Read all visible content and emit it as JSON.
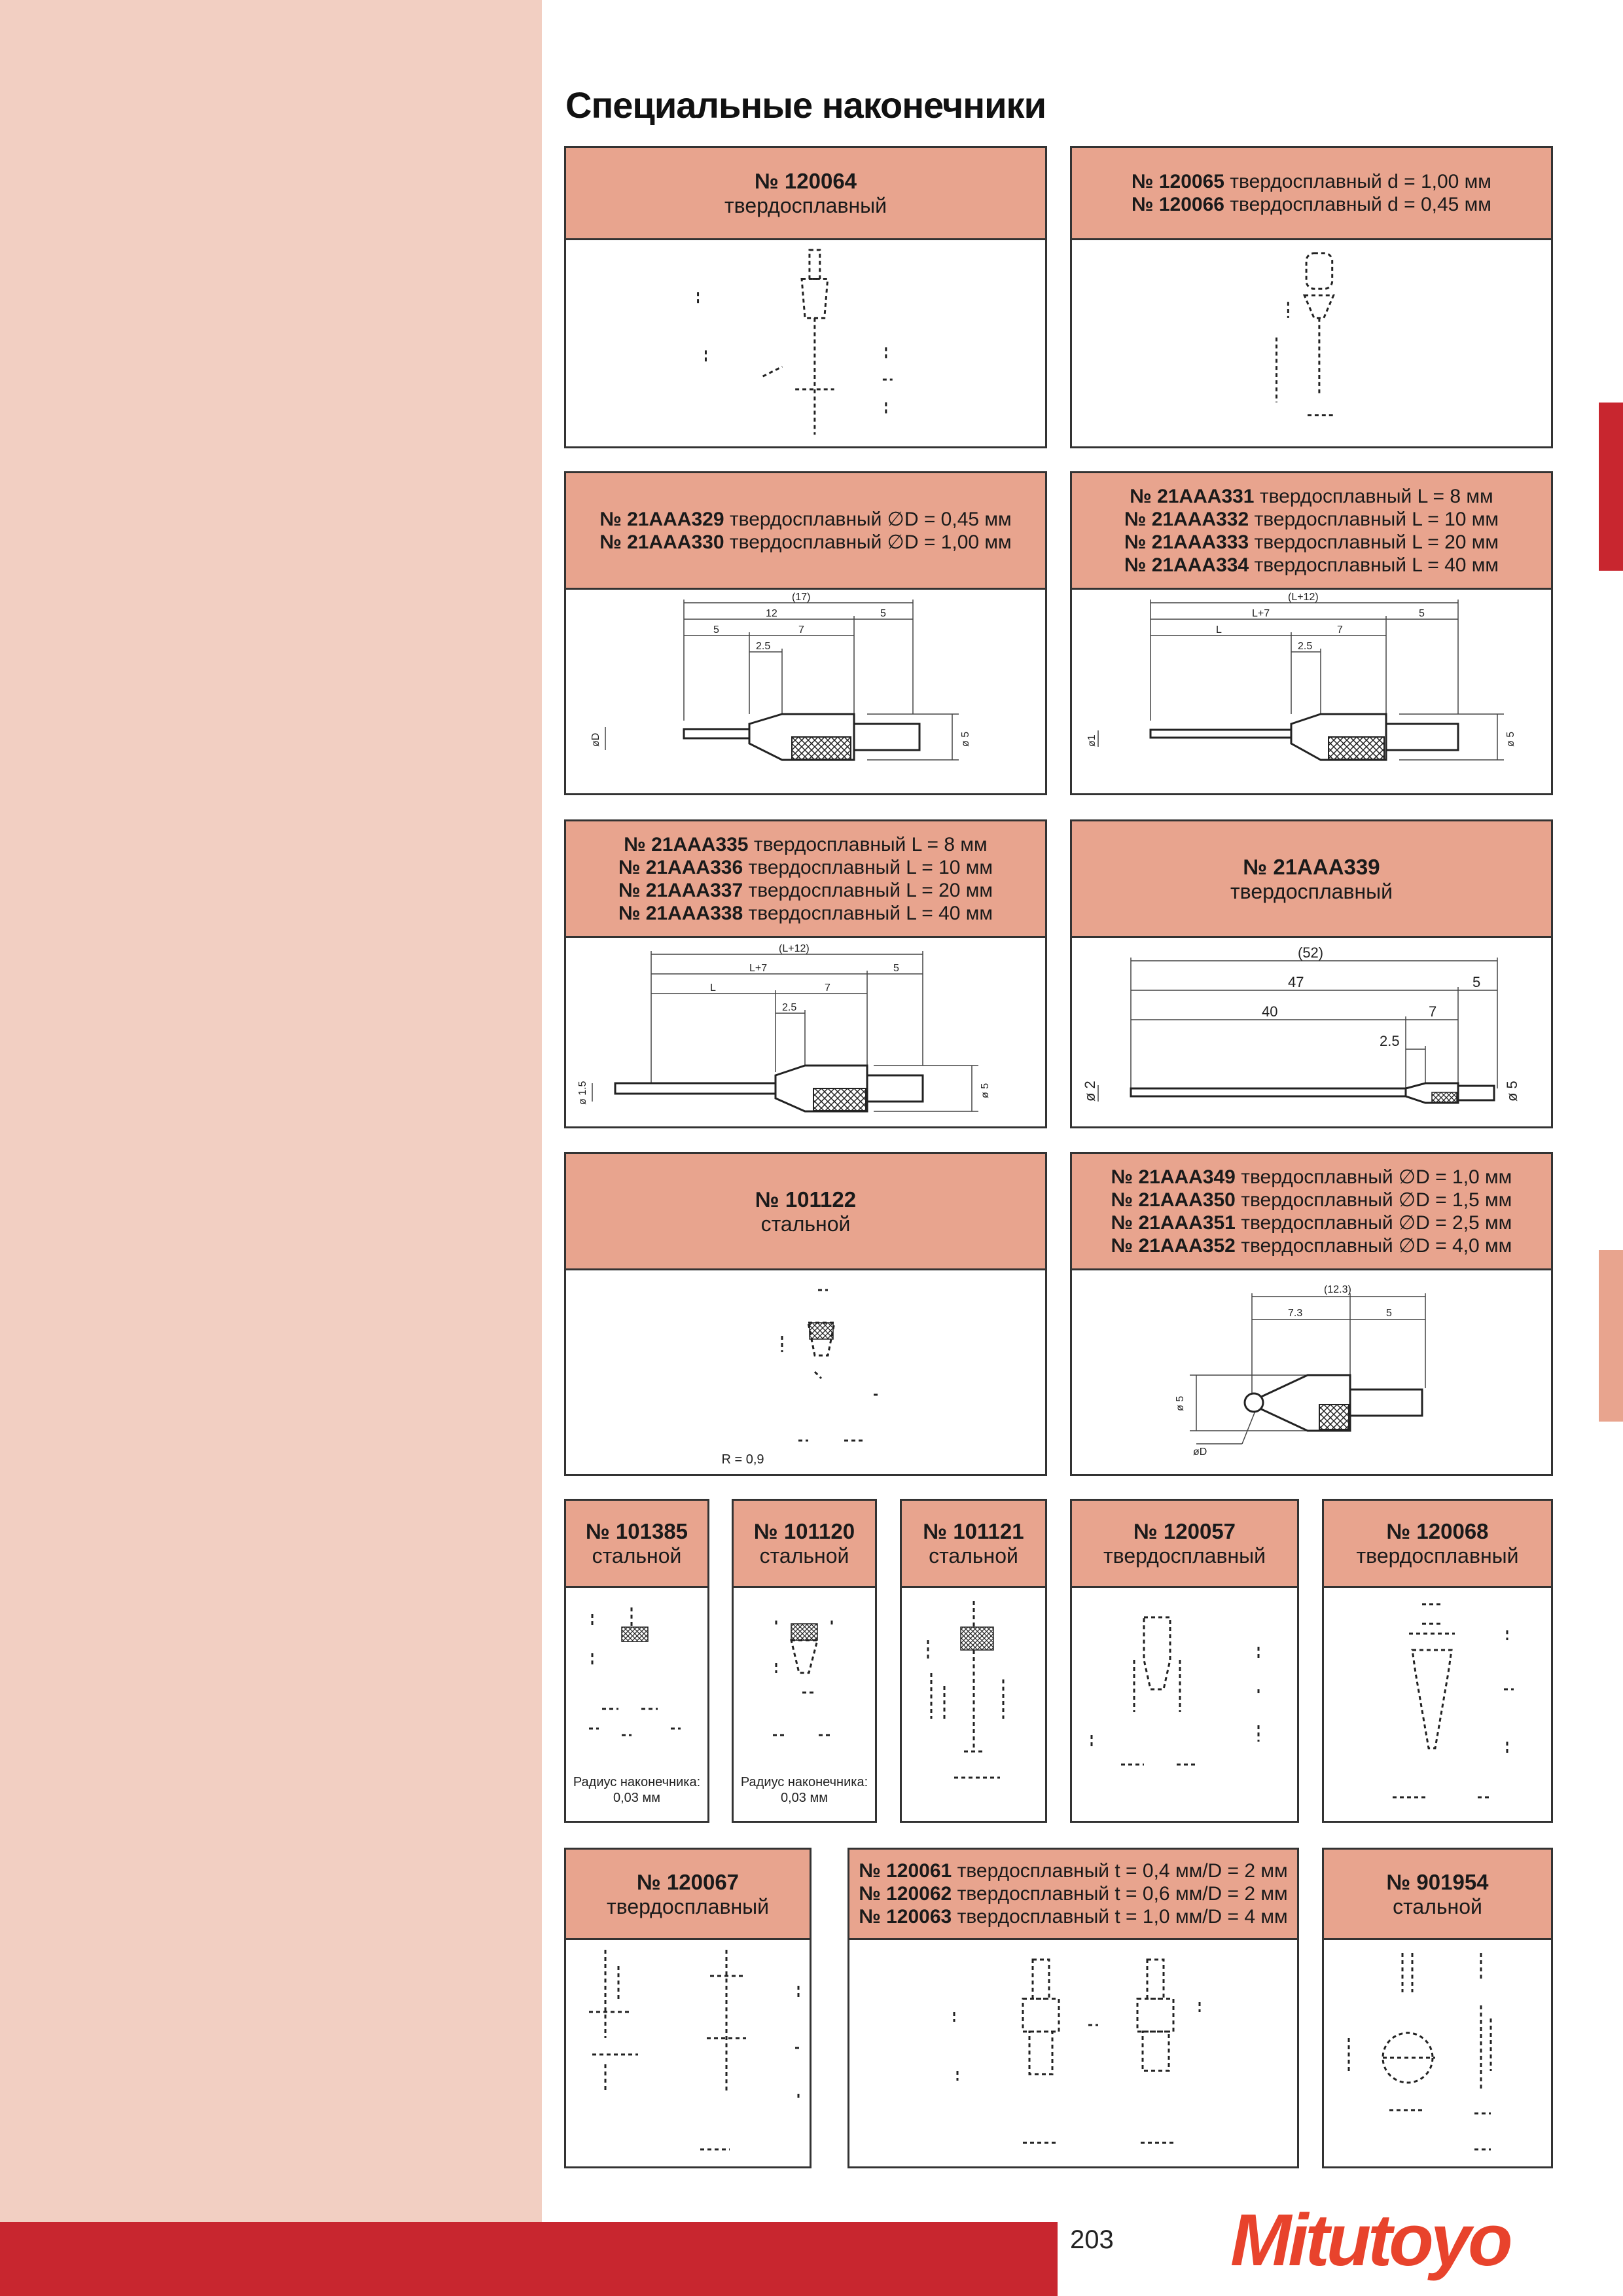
{
  "page": {
    "title": "Специальные наконечники",
    "number": "203",
    "brand": "Mitutoyo"
  },
  "cards": {
    "c120064": {
      "name": "№ 120064",
      "sub": "твердосплавный"
    },
    "c120065": {
      "lines": [
        [
          "№ 120065",
          "твердосплавный d = 1,00 мм"
        ],
        [
          "№ 120066",
          "твердосплавный d = 0,45 мм"
        ]
      ]
    },
    "c329": {
      "lines": [
        [
          "№ 21AAA329",
          "твердосплавный  ∅D = 0,45 мм"
        ],
        [
          "№ 21AAA330",
          "твердосплавный  ∅D = 1,00 мм"
        ]
      ],
      "dims": {
        "total": "(17)",
        "a": "12",
        "b": "5",
        "c": "5",
        "d": "7",
        "e": "2.5",
        "left": "øD",
        "right": "ø 5"
      }
    },
    "c331": {
      "lines": [
        [
          "№ 21AAA331",
          "твердосплавный  L =   8 мм"
        ],
        [
          "№ 21AAA332",
          "твердосплавный  L = 10 мм"
        ],
        [
          "№ 21AAA333",
          "твердосплавный  L = 20 мм"
        ],
        [
          "№ 21AAA334",
          "твердосплавный  L = 40 мм"
        ]
      ],
      "dims": {
        "total": "(L+12)",
        "a": "L+7",
        "b": "5",
        "c": "L",
        "d": "7",
        "e": "2.5",
        "left": "ø1",
        "right": "ø 5"
      }
    },
    "c335": {
      "lines": [
        [
          "№ 21AAA335",
          "твердосплавный  L =   8 мм"
        ],
        [
          "№ 21AAA336",
          "твердосплавный  L = 10 мм"
        ],
        [
          "№ 21AAA337",
          "твердосплавный  L = 20 мм"
        ],
        [
          "№ 21AAA338",
          "твердосплавный  L = 40 мм"
        ]
      ],
      "dims": {
        "total": "(L+12)",
        "a": "L+7",
        "b": "5",
        "c": "L",
        "d": "7",
        "e": "2.5",
        "left": "ø 1.5",
        "right": "ø 5"
      }
    },
    "c339": {
      "name": "№ 21AAA339",
      "sub": "твердосплавный",
      "dims": {
        "total": "(52)",
        "a": "47",
        "b": "5",
        "c": "40",
        "d": "7",
        "e": "2.5",
        "left": "ø 2",
        "right": "ø 5"
      }
    },
    "c101122": {
      "name": "№ 101122",
      "sub": "стальной",
      "note": "R = 0,9"
    },
    "c349": {
      "lines": [
        [
          "№ 21AAA349",
          "твердосплавный  ∅D = 1,0 мм"
        ],
        [
          "№ 21AAA350",
          "твердосплавный  ∅D = 1,5 мм"
        ],
        [
          "№ 21AAA351",
          "твердосплавный  ∅D = 2,5 мм"
        ],
        [
          "№ 21AAA352",
          "твердосплавный  ∅D = 4,0 мм"
        ]
      ],
      "dims": {
        "total": "(12.3)",
        "a": "7.3",
        "b": "5",
        "left": "ø 5",
        "ball": "øD"
      }
    },
    "c101385": {
      "name": "№ 101385",
      "sub": "стальной",
      "note1": "Радиус наконечника:",
      "note2": "0,03 мм"
    },
    "c101120": {
      "name": "№ 101120",
      "sub": "стальной",
      "note1": "Радиус наконечника:",
      "note2": "0,03 мм"
    },
    "c101121": {
      "name": "№ 101121",
      "sub": "стальной"
    },
    "c120057": {
      "name": "№ 120057",
      "sub": "твердосплавный"
    },
    "c120068": {
      "name": "№ 120068",
      "sub": "твердосплавный"
    },
    "c120067": {
      "name": "№ 120067",
      "sub": "твердосплавный"
    },
    "c120061": {
      "lines": [
        [
          "№ 120061",
          "твердосплавный    t = 0,4 мм/D = 2 мм"
        ],
        [
          "№ 120062",
          "твердосплавный    t = 0,6 мм/D = 2 мм"
        ],
        [
          "№ 120063",
          "твердосплавный    t = 1,0 мм/D = 4 мм"
        ]
      ]
    },
    "c901954": {
      "name": "№ 901954",
      "sub": "стальной"
    }
  },
  "colors": {
    "header": "#e8a48e",
    "strip": "#f2cfc2",
    "accent": "#c8262f",
    "brand": "#e8432c"
  }
}
